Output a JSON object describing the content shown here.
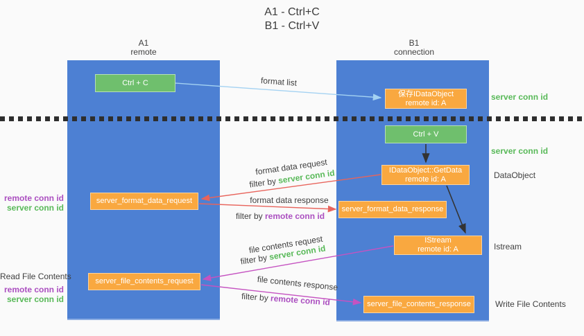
{
  "title": {
    "line1": "A1 - Ctrl+C",
    "line2": "B1 - Ctrl+V"
  },
  "columns": {
    "a1": {
      "id": "A1",
      "label": "remote"
    },
    "b1": {
      "id": "B1",
      "label": "connection"
    }
  },
  "nodes": {
    "ctrl_c": "Ctrl + C",
    "save_idataobject": {
      "line1": "保存IDataObject",
      "line2": "remote id: A"
    },
    "ctrl_v": "Ctrl + V",
    "getdata": {
      "line1": "IDataObject::GetData",
      "line2": "remote id: A"
    },
    "server_format_data_request": "server_format_data_request",
    "server_format_data_response": "server_format_data_response",
    "istream": {
      "line1": "IStream",
      "line2": "remote id: A"
    },
    "server_file_contents_request": "server_file_contents_request",
    "server_file_contents_response": "server_file_contents_response"
  },
  "arrow_labels": {
    "format_list": "format list",
    "format_data_request": "format data request",
    "format_data_response": "format data response",
    "file_contents_request": "file contents request",
    "file_contents_response": "file contents response",
    "filter_by": "filter by",
    "server_conn_id": "server conn id",
    "remote_conn_id": "remote conn id"
  },
  "side_labels": {
    "right": {
      "server_conn_id_top": "server conn id",
      "server_conn_id_mid": "server conn id",
      "dataobject": "DataObject",
      "istream": "Istream",
      "write_file_contents": "Write File Contents"
    },
    "left": {
      "remote_conn_id_top": "remote conn id",
      "server_conn_id_top": "server conn id",
      "read_file_contents": "Read File Contents",
      "remote_conn_id_bottom": "remote conn id",
      "server_conn_id_bottom": "server conn id"
    }
  },
  "colors": {
    "column_blue": "#4d80d3",
    "node_green": "#6fbf6d",
    "node_orange": "#f9a840",
    "arrow_blue": "#a4d2f2",
    "arrow_red": "#e8645c",
    "arrow_magenta": "#c553c1",
    "arrow_black": "#333333",
    "text_green": "#58b958",
    "text_purple": "#ab4fc0",
    "text_dark": "#3f3f3f"
  }
}
